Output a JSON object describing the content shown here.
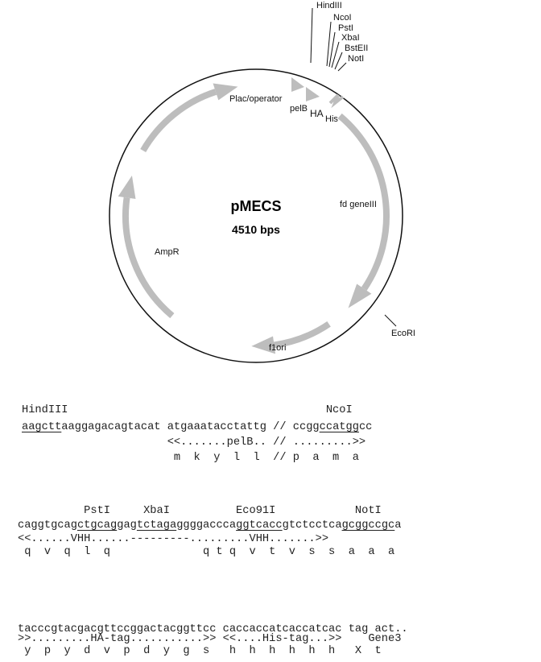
{
  "map": {
    "name": "pMECS",
    "size": "4510 bps",
    "sites": [
      "HindIII",
      "NcoI",
      "PstI",
      "XbaI",
      "BstEII",
      "NotI"
    ],
    "ecori": "EcoRI",
    "features": {
      "plac": "Plac/operator",
      "pelb": "pelB",
      "ha": "HA",
      "his": "His",
      "gene3": "fd geneIII",
      "ampr": "AmpR",
      "f1ori": "f1ori"
    },
    "feature_color": "#bdbdbd"
  },
  "blocks": [
    {
      "labels": "HindIII                                       NcoI",
      "sequence": [
        {
          "t": "aagctt",
          "u": true
        },
        {
          "t": "aaggagacagtacat atgaaatacctattg // ccgg",
          "u": false
        },
        {
          "t": "ccatgg",
          "u": true
        },
        {
          "t": "cc",
          "u": false
        }
      ],
      "annotation": "                      <<.......pelB.. // .........>>",
      "translation": "                       m  k  y  l  l  // p  a  m  a"
    },
    {
      "labels": "          PstI     XbaI          Eco91I            NotI",
      "sequence": [
        {
          "t": "caggtgcag",
          "u": false
        },
        {
          "t": "ctgcag",
          "u": true
        },
        {
          "t": "gag",
          "u": false
        },
        {
          "t": "tctaga",
          "u": true
        },
        {
          "t": "ggggaccca",
          "u": false
        },
        {
          "t": "ggtcacc",
          "u": true
        },
        {
          "t": "gtctcctca",
          "u": false
        },
        {
          "t": "gcggccgc",
          "u": true
        },
        {
          "t": "a",
          "u": false
        }
      ],
      "annotation": "<<......VHH......---------.........VHH.......>>",
      "translation": " q  v  q  l  q              q t q  v  t  v  s  s  a  a  a"
    },
    {
      "labels": "",
      "sequence": [
        {
          "t": "tacccgtacgacgttccggactacggttcc caccaccatcaccatcac tag act..",
          "u": false
        }
      ],
      "annotation": ">>.........HA-tag...........>> <<....His-tag...>>    Gene3",
      "translation": " y  p  y  d  v  p  d  y  g  s   h  h  h  h  h  h   X  t"
    }
  ]
}
